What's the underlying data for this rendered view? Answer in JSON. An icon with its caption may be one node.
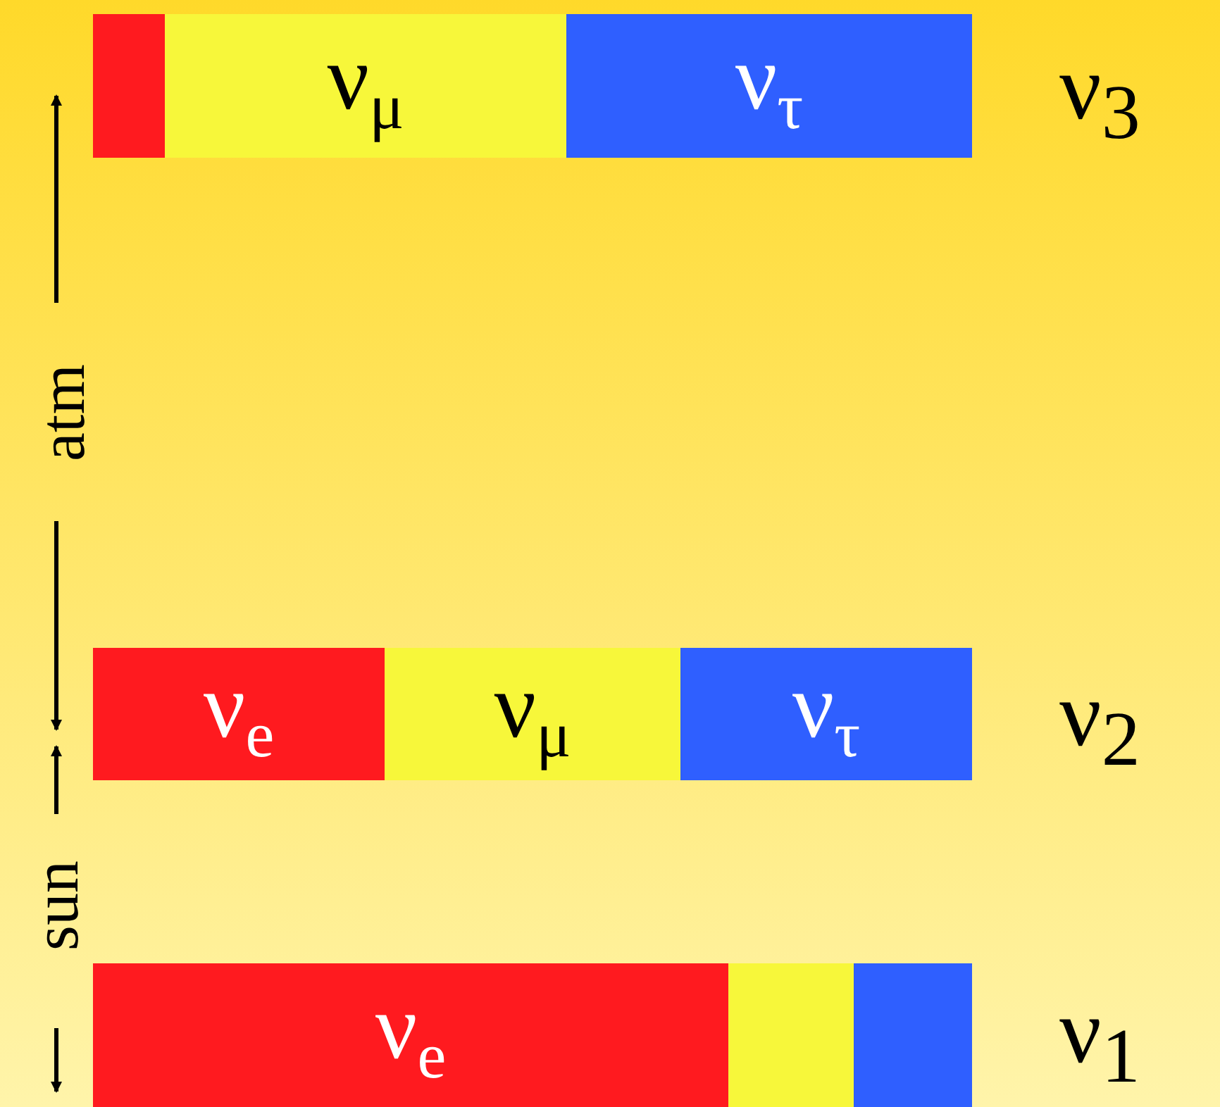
{
  "diagram": {
    "nodes": [
      {
        "text": [],
        "shape": "bar"
      },
      {
        "text": [
          "ν$_{μ}$"
        ]
      },
      {
        "text": [
          "ν$_{τ}$"
        ]
      },
      {
        "text": [
          "ν$_{e}$"
        ]
      },
      {
        "text": [
          "ν$_{μ}$"
        ]
      },
      {
        "text": [
          "ν$_{τ}$"
        ]
      },
      {
        "text": [
          "ν$_{e}$"
        ]
      },
      {
        "text": [],
        "shape": "bar"
      },
      {
        "text": [],
        "shape": "bar"
      }
    ],
    "labels": [
      "ν$_{3}$",
      "atm",
      "ν$_{2}$",
      "sun",
      "ν$_{1}$"
    ]
  }
}
